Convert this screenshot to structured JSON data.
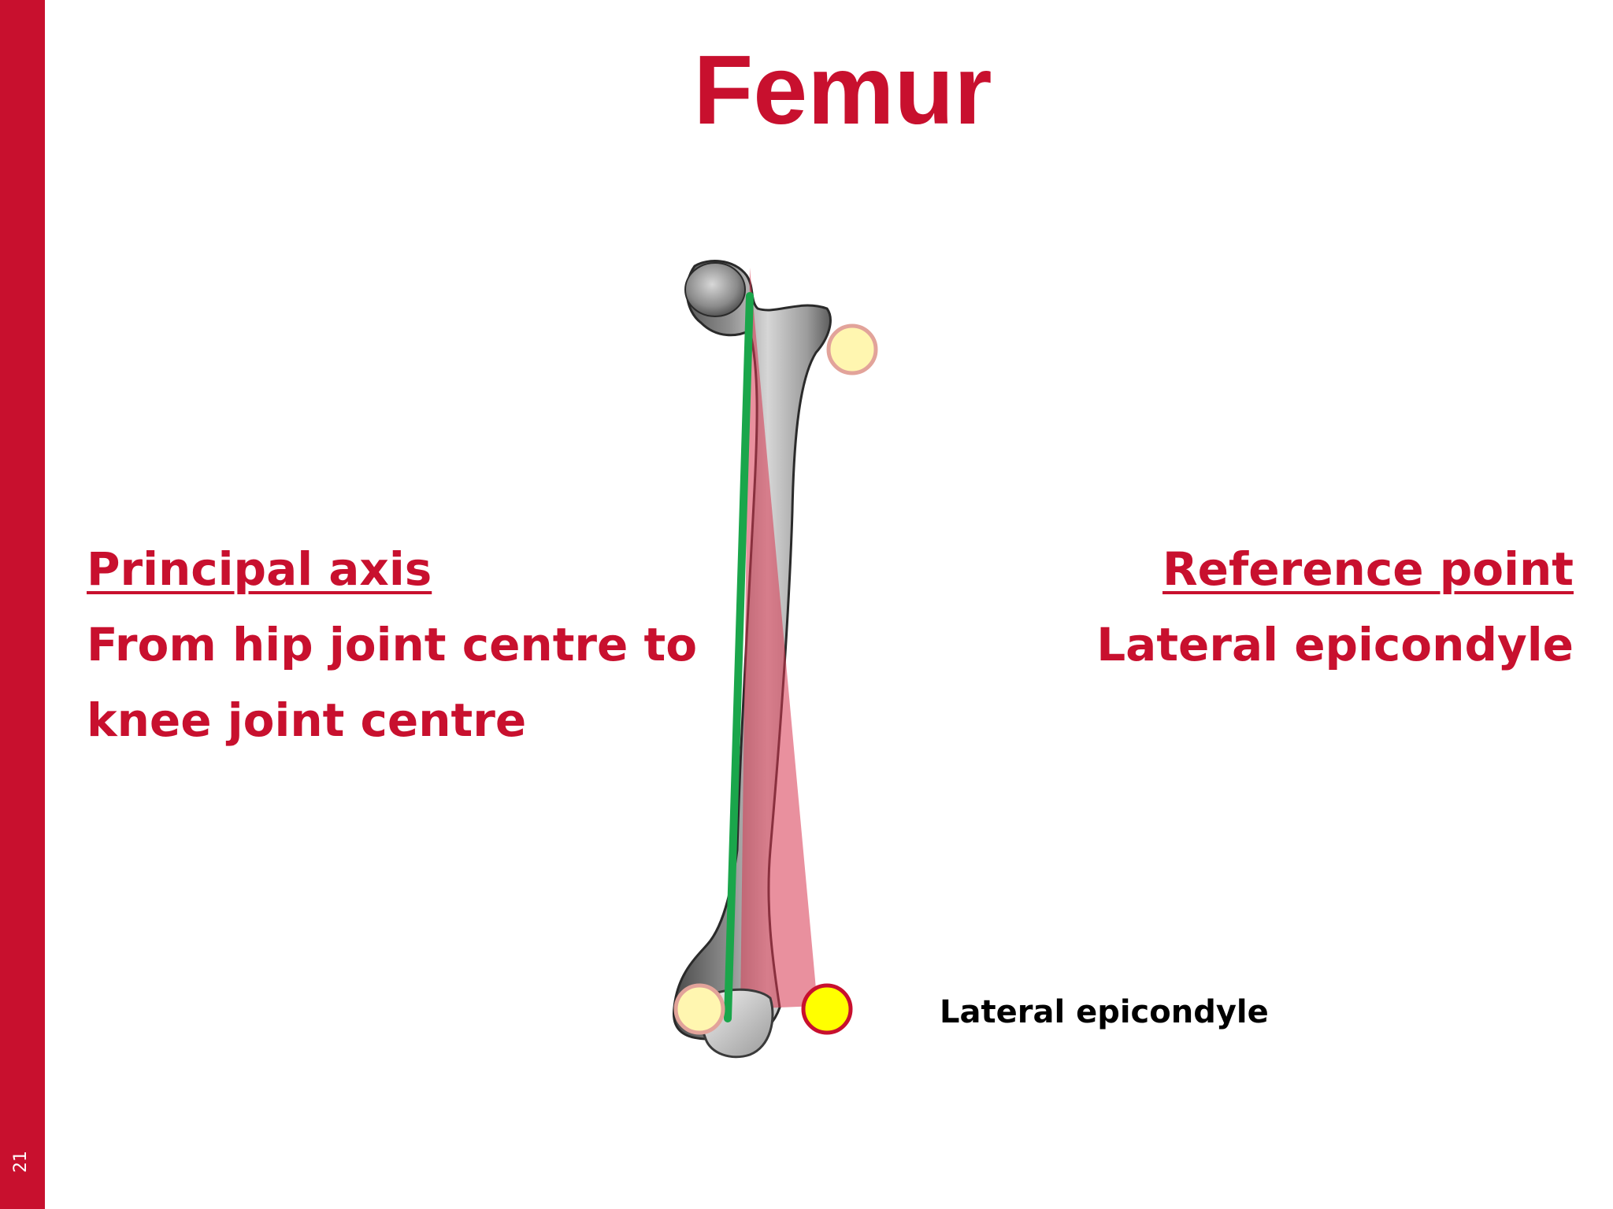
{
  "slide": {
    "number": "21",
    "accent_color": "#c8102e"
  },
  "title": "Femur",
  "principal_axis": {
    "heading": "Principal axis",
    "line1": "From hip joint centre to",
    "line2": "knee joint centre"
  },
  "reference_point": {
    "heading": "Reference point",
    "line1": "Lateral epicondyle"
  },
  "diagram": {
    "callout_label": "Lateral epicondyle",
    "colors": {
      "bone": "#9a9a9a",
      "axis_line": "#1aa64b",
      "plane_fill": "#d7354f",
      "marker_highlight": "#ffff00",
      "marker_faded": "#fff6b0",
      "marker_outline": "#c8102e"
    }
  }
}
